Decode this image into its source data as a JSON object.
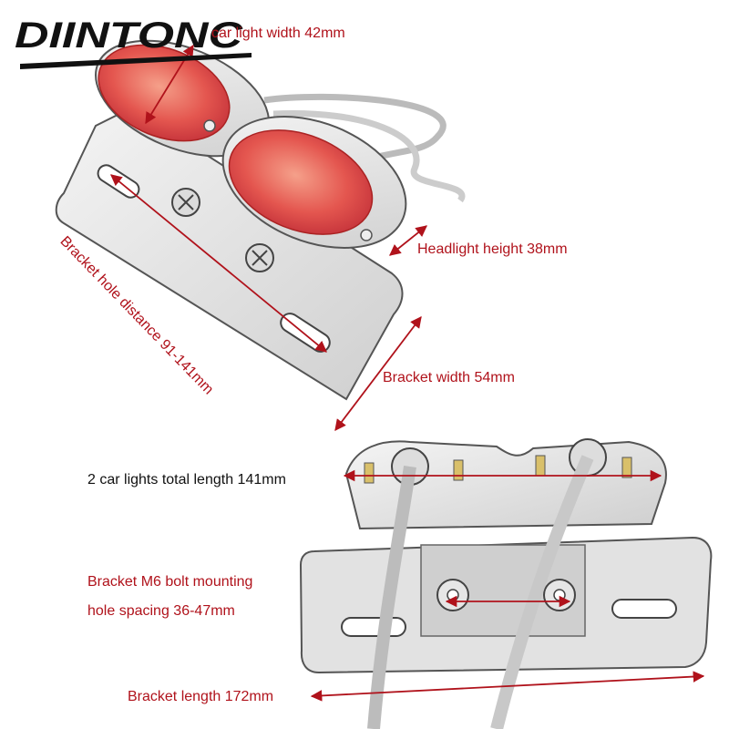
{
  "brand": {
    "logo_text": "DIINTONC"
  },
  "colors": {
    "annotation": "#b0121b",
    "text": "#111111",
    "lens": "#e0474a",
    "metal": "#d6d6d6",
    "outline": "#555555"
  },
  "labels": {
    "car_light_width": "car light width 42mm",
    "headlight_height": "Headlight height 38mm",
    "bracket_hole_distance": "Bracket hole distance 91-141mm",
    "bracket_width": "Bracket width 54mm",
    "lights_total_length": "2 car lights total length 141mm",
    "bolt_spacing_line1": "Bracket M6 bolt mounting",
    "bolt_spacing_line2": "hole spacing 36-47mm",
    "bracket_length": "Bracket length 172mm"
  }
}
